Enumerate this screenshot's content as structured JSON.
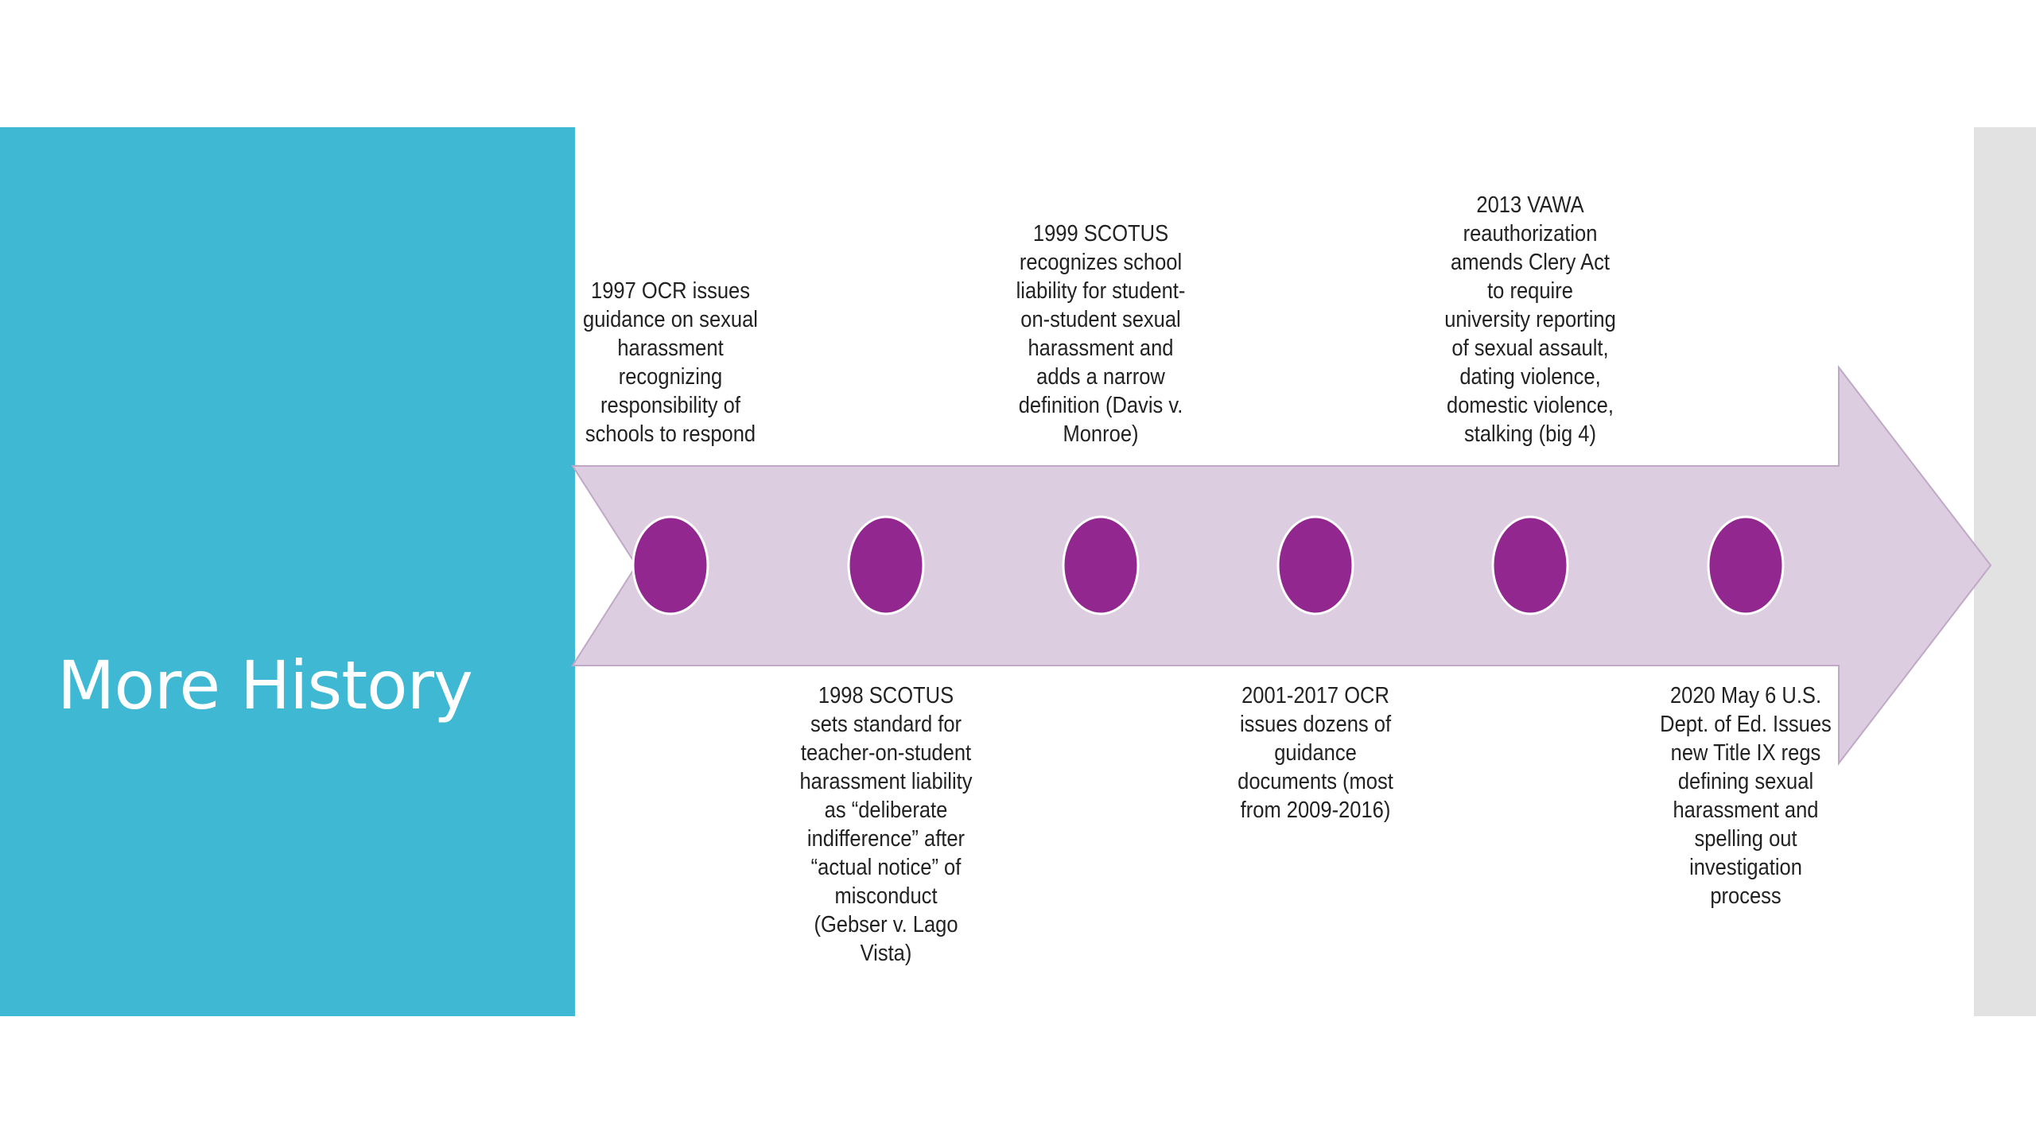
{
  "slide": {
    "title": "More History",
    "colors": {
      "title_panel": "#3fb9d3",
      "title_text": "#ffffff",
      "side_band": "#e2e2e2",
      "arrow_fill": "#dccde0",
      "arrow_stroke": "#bfa9c6",
      "milestone_dot": "#92278f"
    }
  },
  "timeline": {
    "events": [
      {
        "order": 1,
        "position": "above",
        "text": "1997 OCR issues guidance on sexual harassment recognizing responsibility of schools to respond"
      },
      {
        "order": 2,
        "position": "below",
        "text": "1998 SCOTUS sets standard for teacher-on-student harassment liability as “deliberate indifference” after “actual notice” of misconduct (Gebser v. Lago Vista)"
      },
      {
        "order": 3,
        "position": "above",
        "text": "1999 SCOTUS recognizes school liability for student-on-student sexual harassment and adds a narrow definition (Davis v. Monroe)"
      },
      {
        "order": 4,
        "position": "below",
        "text": "2001-2017 OCR issues dozens of guidance documents (most from 2009-2016)"
      },
      {
        "order": 5,
        "position": "above",
        "text": "2013 VAWA reauthorization amends Clery Act to require university reporting of sexual assault, dating violence, domestic violence, stalking (big 4)"
      },
      {
        "order": 6,
        "position": "below",
        "text": "2020 May 6 U.S. Dept. of Ed. Issues new Title IX regs defining sexual harassment and spelling out investigation process"
      }
    ]
  }
}
